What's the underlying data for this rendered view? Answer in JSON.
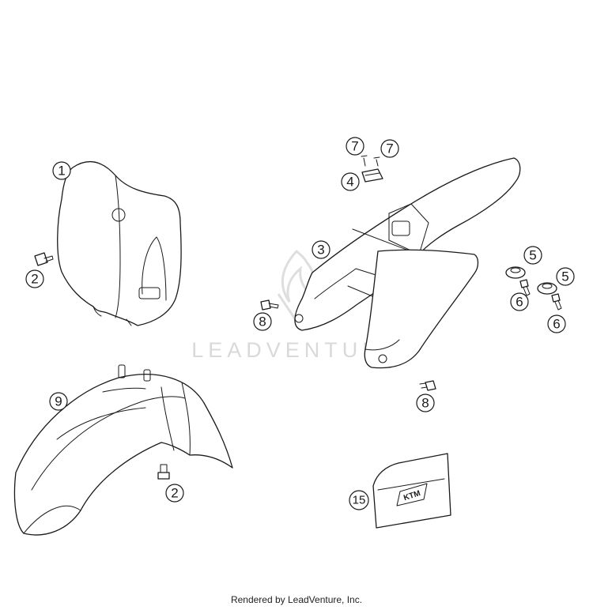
{
  "diagram": {
    "callouts": [
      "1",
      "2",
      "2",
      "3",
      "4",
      "5",
      "5",
      "6",
      "6",
      "7",
      "7",
      "8",
      "8",
      "9",
      "15"
    ],
    "watermark": "LEADVENTURE",
    "badge_text": "KTM"
  },
  "footer": {
    "text": "Rendered by LeadVenture, Inc."
  }
}
